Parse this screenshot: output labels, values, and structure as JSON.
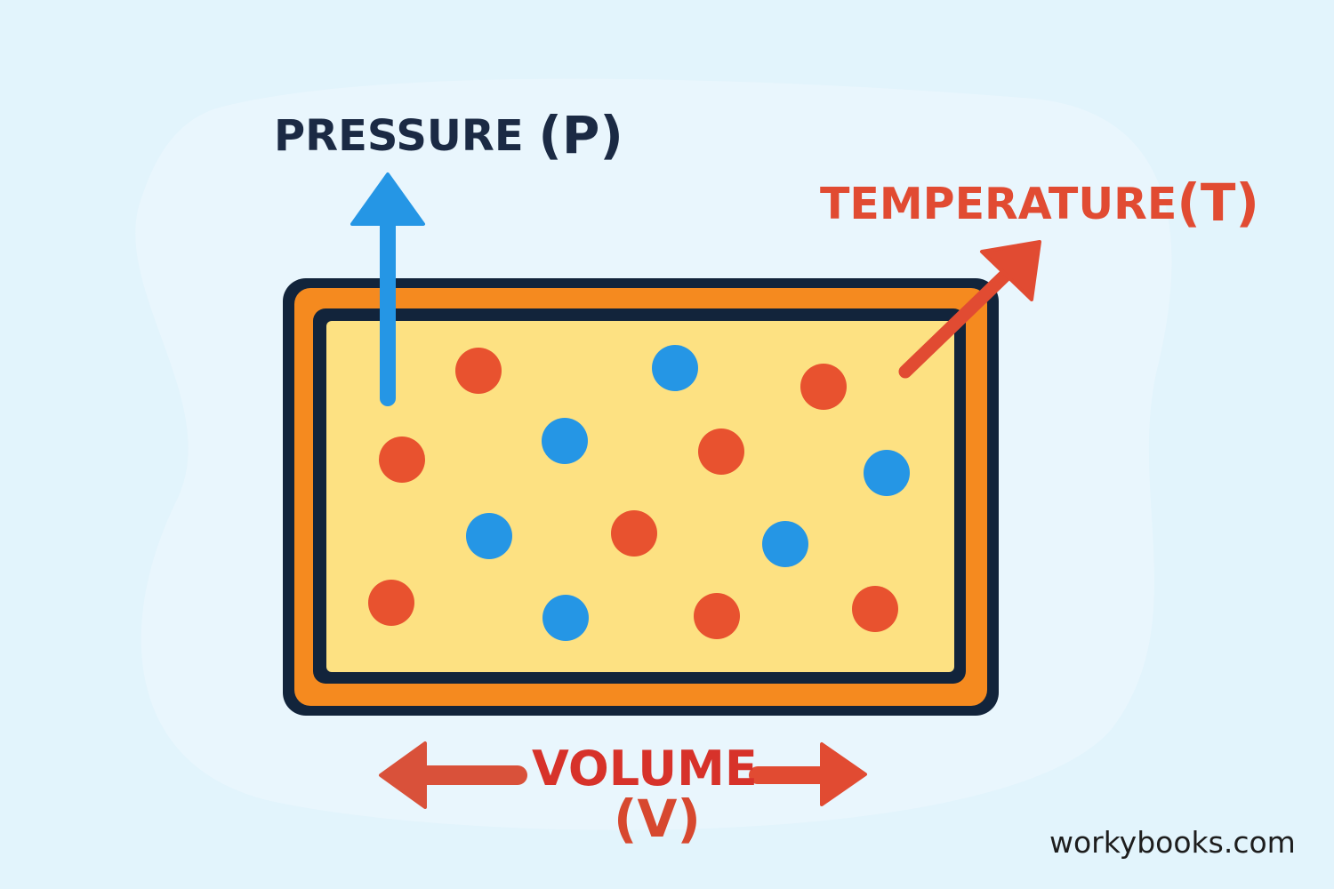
{
  "labels": {
    "pressure": "PRESSURE",
    "pressure_symbol": "(P)",
    "temperature": "TEMPERATURE",
    "temperature_symbol": "(T)",
    "volume": "VOLUME",
    "volume_symbol": "(V)"
  },
  "watermark": "workybooks.com",
  "colors": {
    "background": "#e2f4fc",
    "container_outline": "#12243b",
    "container_wall": "#f58a1f",
    "container_fill": "#fde182",
    "hot_particle": "#e8522f",
    "cold_particle": "#2596e5",
    "pressure_arrow": "#2596e5",
    "temperature_arrow": "#e14b32",
    "volume_arrow": "#d9513a",
    "pressure_text": "#1b2a44",
    "temperature_text": "#e14b32",
    "volume_text": "#d7322a"
  },
  "particles": [
    {
      "kind": "hot"
    },
    {
      "kind": "cold"
    },
    {
      "kind": "hot"
    },
    {
      "kind": "hot"
    },
    {
      "kind": "cold"
    },
    {
      "kind": "hot"
    },
    {
      "kind": "cold"
    },
    {
      "kind": "cold"
    },
    {
      "kind": "hot"
    },
    {
      "kind": "cold"
    },
    {
      "kind": "hot"
    },
    {
      "kind": "cold"
    },
    {
      "kind": "hot"
    },
    {
      "kind": "hot"
    }
  ]
}
